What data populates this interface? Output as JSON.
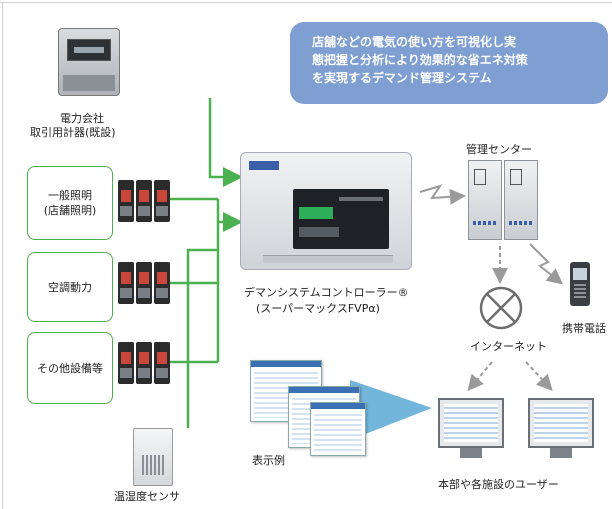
{
  "banner": {
    "line1": "店舗などの電気の使い方を可視化し実",
    "line2": "態把握と分析により効果的な省エネ対策",
    "line3": "を実現するデマンド管理システム"
  },
  "meter": {
    "line1": "電力会社",
    "line2": "取引用計器(既設)"
  },
  "circuits": {
    "lighting_line1": "一般照明",
    "lighting_line2": "(店舗照明)",
    "hvac": "空調動力",
    "other": "その他設備等"
  },
  "controller": {
    "name_line1": "デマンシステムコントローラー®",
    "name_line2": "(スーパーマックスFVPα)"
  },
  "center": {
    "label": "管理センター"
  },
  "phone": {
    "label": "携帯電話"
  },
  "internet": {
    "label": "インターネット"
  },
  "example": {
    "label": "表示例"
  },
  "sensor": {
    "label": "温湿度センサ"
  },
  "users": {
    "label": "本部や各施設のユーザー"
  },
  "colors": {
    "banner": "#7f9fd3",
    "green_line": "#4caf50",
    "box_border": "#4caf50"
  }
}
